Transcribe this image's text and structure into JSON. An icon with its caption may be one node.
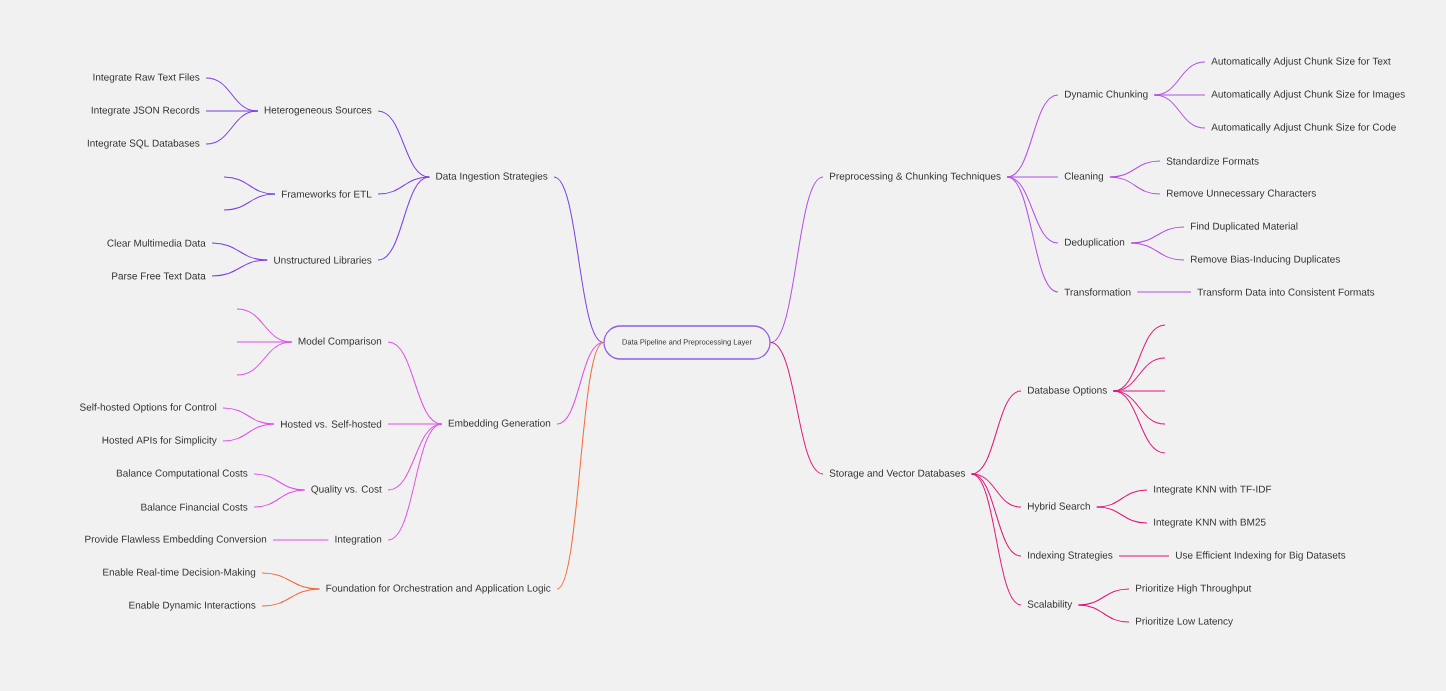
{
  "diagram": {
    "nodes": [
      {
        "text": [
          "Data Pipeline and Preprocessing Layer"
        ]
      },
      {
        "text": [
          "Data Ingestion Strategies"
        ]
      },
      {
        "text": [
          "Heterogeneous Sources"
        ]
      },
      {
        "text": [
          "Integrate Raw Text Files"
        ]
      },
      {
        "text": [
          "Integrate JSON Records"
        ]
      },
      {
        "text": [
          "Integrate SQL Databases"
        ]
      },
      {
        "text": [
          "Frameworks for ETL"
        ]
      },
      {
        "text": [
          "Unstructured Libraries"
        ]
      },
      {
        "text": [
          "Clear Multimedia Data"
        ]
      },
      {
        "text": [
          "Parse Free Text Data"
        ]
      },
      {
        "text": [
          "Embedding Generation"
        ]
      },
      {
        "text": [
          "Model Comparison"
        ]
      },
      {
        "text": [
          "Hosted vs. Self-hosted"
        ]
      },
      {
        "text": [
          "Self-hosted Options for Control"
        ]
      },
      {
        "text": [
          "Hosted APIs for Simplicity"
        ]
      },
      {
        "text": [
          "Quality vs. Cost"
        ]
      },
      {
        "text": [
          "Balance Computational Costs"
        ]
      },
      {
        "text": [
          "Balance Financial Costs"
        ]
      },
      {
        "text": [
          "Integration"
        ]
      },
      {
        "text": [
          "Provide Flawless Embedding Conversion"
        ]
      },
      {
        "text": [
          "Foundation for Orchestration and Application Logic"
        ]
      },
      {
        "text": [
          "Enable Real-time Decision-Making"
        ]
      },
      {
        "text": [
          "Enable Dynamic Interactions"
        ]
      },
      {
        "text": [
          "Preprocessing & Chunking Techniques"
        ]
      },
      {
        "text": [
          "Dynamic Chunking"
        ]
      },
      {
        "text": [
          "Automatically Adjust Chunk Size for Text"
        ]
      },
      {
        "text": [
          "Automatically Adjust Chunk Size for Images"
        ]
      },
      {
        "text": [
          "Automatically Adjust Chunk Size for Code"
        ]
      },
      {
        "text": [
          "Cleaning"
        ]
      },
      {
        "text": [
          "Standardize Formats"
        ]
      },
      {
        "text": [
          "Remove Unnecessary Characters"
        ]
      },
      {
        "text": [
          "Deduplication"
        ]
      },
      {
        "text": [
          "Find Duplicated Material"
        ]
      },
      {
        "text": [
          "Remove Bias-Inducing Duplicates"
        ]
      },
      {
        "text": [
          "Transformation"
        ]
      },
      {
        "text": [
          "Transform Data into Consistent Formats"
        ]
      },
      {
        "text": [
          "Storage and Vector Databases"
        ]
      },
      {
        "text": [
          "Database Options"
        ]
      },
      {
        "text": [
          "Hybrid Search"
        ]
      },
      {
        "text": [
          "Integrate KNN with TF-IDF"
        ]
      },
      {
        "text": [
          "Integrate KNN with BM25"
        ]
      },
      {
        "text": [
          "Indexing Strategies"
        ]
      },
      {
        "text": [
          "Use Efficient Indexing for Big Datasets"
        ]
      },
      {
        "text": [
          "Scalability"
        ]
      },
      {
        "text": [
          "Prioritize High Throughput"
        ]
      },
      {
        "text": [
          "Prioritize Low Latency"
        ]
      }
    ],
    "edges": [
      {
        "from": 0,
        "to": 1,
        "arrow": "none",
        "color": "#7b3fe4"
      },
      {
        "from": 1,
        "to": 2,
        "arrow": "none",
        "color": "#7b3fe4"
      },
      {
        "from": 2,
        "to": 3,
        "arrow": "none",
        "color": "#7b3fe4"
      },
      {
        "from": 2,
        "to": 4,
        "arrow": "none",
        "color": "#7b3fe4"
      },
      {
        "from": 2,
        "to": 5,
        "arrow": "none",
        "color": "#7b3fe4"
      },
      {
        "from": 1,
        "to": 6,
        "arrow": "none",
        "color": "#7b3fe4"
      },
      {
        "from": 6,
        "to": null,
        "arrow": "none",
        "color": "#7b3fe4"
      },
      {
        "from": 6,
        "to": null,
        "arrow": "none",
        "color": "#7b3fe4"
      },
      {
        "from": 1,
        "to": 7,
        "arrow": "none",
        "color": "#7b3fe4"
      },
      {
        "from": 7,
        "to": 8,
        "arrow": "none",
        "color": "#7b3fe4"
      },
      {
        "from": 7,
        "to": 9,
        "arrow": "none",
        "color": "#7b3fe4"
      },
      {
        "from": 0,
        "to": 10,
        "arrow": "none",
        "color": "#e14fe8"
      },
      {
        "from": 10,
        "to": 11,
        "arrow": "none",
        "color": "#e14fe8"
      },
      {
        "from": 11,
        "to": null,
        "arrow": "none",
        "color": "#e14fe8"
      },
      {
        "from": 11,
        "to": null,
        "arrow": "none",
        "color": "#e14fe8"
      },
      {
        "from": 11,
        "to": null,
        "arrow": "none",
        "color": "#e14fe8"
      },
      {
        "from": 10,
        "to": 12,
        "arrow": "none",
        "color": "#e14fe8"
      },
      {
        "from": 12,
        "to": 13,
        "arrow": "none",
        "color": "#e14fe8"
      },
      {
        "from": 12,
        "to": 14,
        "arrow": "none",
        "color": "#e14fe8"
      },
      {
        "from": 10,
        "to": 15,
        "arrow": "none",
        "color": "#e14fe8"
      },
      {
        "from": 15,
        "to": 16,
        "arrow": "none",
        "color": "#e14fe8"
      },
      {
        "from": 15,
        "to": 17,
        "arrow": "none",
        "color": "#e14fe8"
      },
      {
        "from": 10,
        "to": 18,
        "arrow": "none",
        "color": "#e14fe8"
      },
      {
        "from": 18,
        "to": 19,
        "arrow": "none",
        "color": "#e14fe8"
      },
      {
        "from": 0,
        "to": 20,
        "arrow": "none",
        "color": "#f2693a"
      },
      {
        "from": 20,
        "to": 21,
        "arrow": "none",
        "color": "#f2693a"
      },
      {
        "from": 20,
        "to": 22,
        "arrow": "none",
        "color": "#f2693a"
      },
      {
        "from": 0,
        "to": 23,
        "arrow": "none",
        "color": "#b44fe6"
      },
      {
        "from": 23,
        "to": 24,
        "arrow": "none",
        "color": "#b44fe6"
      },
      {
        "from": 24,
        "to": 25,
        "arrow": "none",
        "color": "#b44fe6"
      },
      {
        "from": 24,
        "to": 26,
        "arrow": "none",
        "color": "#b44fe6"
      },
      {
        "from": 24,
        "to": 27,
        "arrow": "none",
        "color": "#b44fe6"
      },
      {
        "from": 23,
        "to": 28,
        "arrow": "none",
        "color": "#b44fe6"
      },
      {
        "from": 28,
        "to": 29,
        "arrow": "none",
        "color": "#b44fe6"
      },
      {
        "from": 28,
        "to": 30,
        "arrow": "none",
        "color": "#b44fe6"
      },
      {
        "from": 23,
        "to": 31,
        "arrow": "none",
        "color": "#b44fe6"
      },
      {
        "from": 31,
        "to": 32,
        "arrow": "none",
        "color": "#b44fe6"
      },
      {
        "from": 31,
        "to": 33,
        "arrow": "none",
        "color": "#b44fe6"
      },
      {
        "from": 23,
        "to": 34,
        "arrow": "none",
        "color": "#b44fe6"
      },
      {
        "from": 34,
        "to": 35,
        "arrow": "none",
        "color": "#b44fe6"
      },
      {
        "from": 0,
        "to": 36,
        "arrow": "none",
        "color": "#e0177a"
      },
      {
        "from": 36,
        "to": 37,
        "arrow": "none",
        "color": "#e0177a"
      },
      {
        "from": 37,
        "to": null,
        "arrow": "none",
        "color": "#e0177a"
      },
      {
        "from": 37,
        "to": null,
        "arrow": "none",
        "color": "#e0177a"
      },
      {
        "from": 37,
        "to": null,
        "arrow": "none",
        "color": "#e0177a"
      },
      {
        "from": 37,
        "to": null,
        "arrow": "none",
        "color": "#e0177a"
      },
      {
        "from": 37,
        "to": null,
        "arrow": "none",
        "color": "#e0177a"
      },
      {
        "from": 36,
        "to": 38,
        "arrow": "none",
        "color": "#e0177a"
      },
      {
        "from": 38,
        "to": 39,
        "arrow": "none",
        "color": "#e0177a"
      },
      {
        "from": 38,
        "to": 40,
        "arrow": "none",
        "color": "#e0177a"
      },
      {
        "from": 36,
        "to": 41,
        "arrow": "none",
        "color": "#e0177a"
      },
      {
        "from": 41,
        "to": 42,
        "arrow": "none",
        "color": "#e0177a"
      },
      {
        "from": 36,
        "to": 43,
        "arrow": "none",
        "color": "#e0177a"
      },
      {
        "from": 43,
        "to": 44,
        "arrow": "none",
        "color": "#e0177a"
      },
      {
        "from": 43,
        "to": 45,
        "arrow": "none",
        "color": "#e0177a"
      }
    ]
  }
}
